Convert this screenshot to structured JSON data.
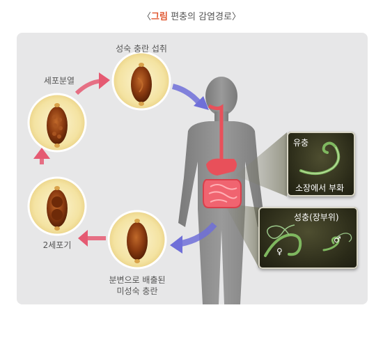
{
  "title": {
    "open_bracket": "〈",
    "highlight": "그림",
    "rest": " 편충의 감염경로",
    "close_bracket": "〉"
  },
  "cycle_labels": {
    "ingestion": "성숙 충란 섭취",
    "cell_division": "세포분열",
    "two_cell": "2세포기",
    "excreted_line1": "분변으로 배출된",
    "excreted_line2": "미성숙 충란"
  },
  "larva_box": {
    "label_top": "유충",
    "label_bottom": "소장에서 부화"
  },
  "adult_box": {
    "label_top": "성충(장부위)",
    "female_symbol": "♀",
    "male_symbol": "♂"
  },
  "colors": {
    "title_highlight": "#e0562f",
    "panel_bg": "#e7e7e8",
    "arrow_pink": "#e55a72",
    "arrow_blue": "#6f6fd8",
    "egg_circle_fill": "#f6eab6",
    "egg_brown": "#8a3a10",
    "body_silhouette": "#8a8a8a",
    "intestine": "#e8505a",
    "worm_green": "#7fb860"
  },
  "icons": [
    "ingestion-arrow-icon",
    "excretion-arrow-icon",
    "cycle-arrow-icon",
    "egg-icon",
    "human-silhouette-icon",
    "intestine-icon",
    "larva-worm-icon",
    "adult-worm-icon"
  ]
}
